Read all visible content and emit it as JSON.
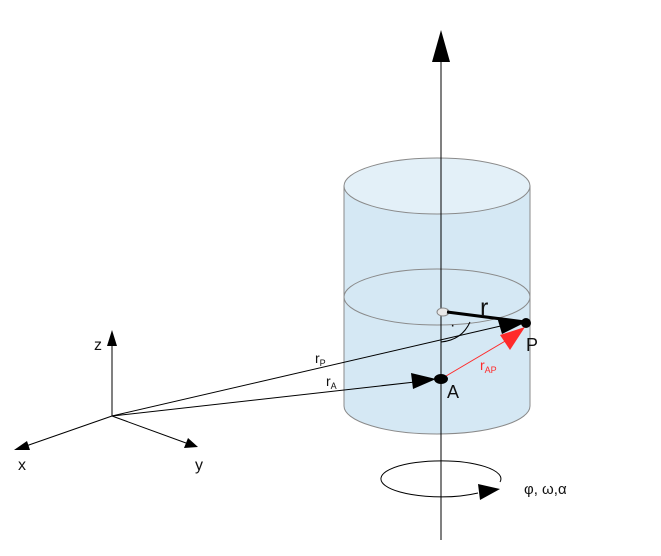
{
  "labels": {
    "z": "z",
    "x": "x",
    "y": "y",
    "r_main": "r",
    "r_sub": "",
    "rP_main": "r",
    "rP_sub": "P",
    "rA_main": "r",
    "rA_sub": "A",
    "rAP_main": "r",
    "rAP_sub": "AP",
    "point_P": "P",
    "point_A": "A",
    "right_angle_dot": "·",
    "rotation": "φ, ω,α"
  },
  "colors": {
    "cylinder_fill": "#d5e8f4",
    "cylinder_top": "#e3f0f8",
    "cylinder_stroke": "#8a8a8a",
    "line": "#000000",
    "accent": "#ff2a2a"
  },
  "icons": {
    "axis_arrow": "arrowhead-icon",
    "rotation": "circular-arrow-icon"
  }
}
